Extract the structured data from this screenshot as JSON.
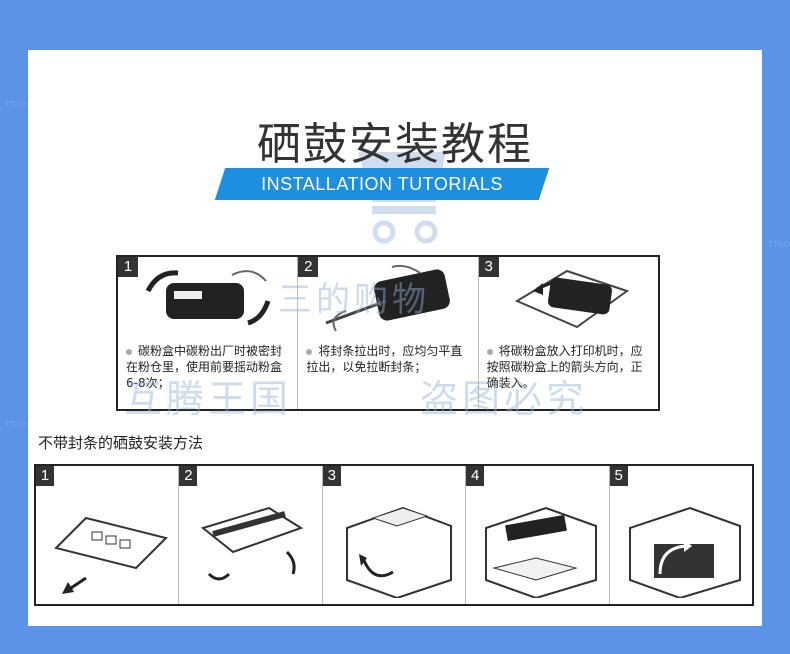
{
  "header": {
    "title": "硒鼓安装教程",
    "subtitle": "INSTALLATION TUTORIALS"
  },
  "watermarks": {
    "mid": "三的购物",
    "bottom_left": "互腾王国",
    "bottom_right": "盗图必究",
    "corner": "TTXO"
  },
  "steps_sealed": [
    {
      "num": "1",
      "text": "碳粉盒中碳粉出厂时被密封在粉仓里，使用前要摇动粉盒6-8次；",
      "icon": "shake-cartridge-icon"
    },
    {
      "num": "2",
      "text": "将封条拉出时，应均匀平直拉出，以免拉断封条；",
      "icon": "pull-seal-icon"
    },
    {
      "num": "3",
      "text": "将碳粉盒放入打印机时，应按照碳粉盒上的箭头方向，正确装入。",
      "icon": "insert-cartridge-icon"
    }
  ],
  "section": {
    "label": "不带封条的硒鼓安装方法"
  },
  "steps_unsealed": [
    {
      "num": "1",
      "icon": "remove-cover-icon"
    },
    {
      "num": "2",
      "icon": "shake-drum-icon"
    },
    {
      "num": "3",
      "icon": "open-printer-icon"
    },
    {
      "num": "4",
      "icon": "insert-drum-icon"
    },
    {
      "num": "5",
      "icon": "close-printer-icon"
    }
  ]
}
